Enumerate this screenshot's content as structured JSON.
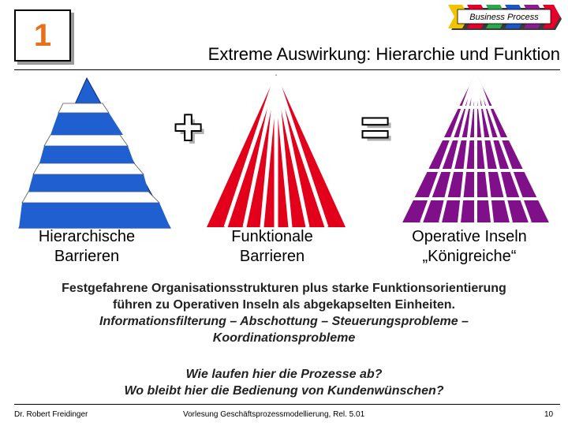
{
  "slide": {
    "number": "1",
    "title": "Extreme Auswirkung: Hierarchie und Funktion",
    "badge": "Business Process",
    "operators": {
      "plus": "+",
      "equals": "="
    },
    "figures": [
      {
        "caption_line1": "Hierarchische",
        "caption_line2": "Barrieren",
        "color": "#1f5fd0"
      },
      {
        "caption_line1": "Funktionale",
        "caption_line2": "Barrieren",
        "color": "#e2001a"
      },
      {
        "caption_line1": "Operative Inseln",
        "caption_line2": "„Königreiche“",
        "color": "#80108a"
      }
    ],
    "body": {
      "line1": "Festgefahrene Organisationsstrukturen plus starke Funktionsorientierung",
      "line2": "führen zu Operativen Inseln als abgekapselten Einheiten.",
      "line3": "Informationsfilterung – Abschottung – Steuerungsprobleme –",
      "line4": "Koordinationsprobleme"
    },
    "questions": {
      "q1": "Wie laufen hier die Prozesse ab?",
      "q2": "Wo bleibt hier die Bedienung von Kundenwünschen?"
    },
    "footer": {
      "author": "Dr. Robert Freidinger",
      "course": "Vorlesung Geschäftsprozessmodellierung, Rel. 5.01",
      "page": "10"
    }
  }
}
